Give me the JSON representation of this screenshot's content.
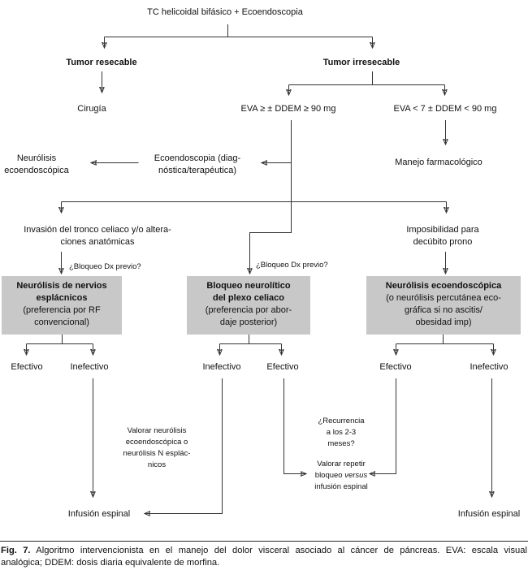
{
  "colors": {
    "box_fill": "#c8c8c8",
    "line": "#333333",
    "text": "#111111"
  },
  "nodes": {
    "root": {
      "text": "TC helicoidal bifásico + Ecoendoscopia"
    },
    "tumor_resecable": {
      "text": "Tumor resecable"
    },
    "tumor_irresecable": {
      "text": "Tumor irresecable"
    },
    "cirugia": {
      "text": "Cirugía"
    },
    "eva_alta": {
      "text": "EVA ≥ ± DDEM ≥ 90 mg"
    },
    "eva_baja": {
      "text": "EVA < 7 ± DDEM < 90 mg"
    },
    "neurolisis_eco": {
      "lines": [
        "Neurólisis",
        "ecoendoscópica"
      ]
    },
    "ecoendoscopia": {
      "lines": [
        "Ecoendoscopia (diag-",
        "nóstica/terapéutica)"
      ]
    },
    "manejo_farmacologico": {
      "text": "Manejo farmacológico"
    },
    "invasion": {
      "lines": [
        "Invasión del tronco celiaco y/o altera-",
        "ciones anatómicas"
      ]
    },
    "imposibilidad": {
      "lines": [
        "Imposibilidad para",
        "decúbito prono"
      ]
    },
    "bloqueo_dx_izq": {
      "text": "¿Bloqueo Dx previo?"
    },
    "bloqueo_dx_med": {
      "text": "¿Bloqueo Dx previo?"
    },
    "caja_esplacnicos": {
      "title_lines": [
        "Neurólisis de nervios",
        "esplácnicos"
      ],
      "sub_lines": [
        "(preferencia por RF",
        "convencional)"
      ]
    },
    "caja_plexo": {
      "title_lines": [
        "Bloqueo neurolítico",
        "del plexo celiaco"
      ],
      "sub_lines": [
        "(preferencia por abor-",
        "daje posterior)"
      ]
    },
    "caja_ecoendoscopica": {
      "title_lines": [
        "Neurólisis ecoendoscópica"
      ],
      "sub_lines": [
        "(o neurólisis percutánea eco-",
        "gráfica si no ascitis/",
        "obesidad imp)"
      ]
    },
    "efectivo_1": {
      "text": "Efectivo"
    },
    "inefectivo_1": {
      "text": "Inefectivo"
    },
    "inefectivo_2": {
      "text": "Inefectivo"
    },
    "efectivo_2": {
      "text": "Efectivo"
    },
    "efectivo_3": {
      "text": "Efectivo"
    },
    "inefectivo_3": {
      "text": "Inefectivo"
    },
    "valorar_neurolisis": {
      "lines": [
        "Valorar neurólisis",
        "ecoendoscópica o",
        "neurólisis N esplác-",
        "nicos"
      ]
    },
    "recurrencia": {
      "lines": [
        "¿Recurrencia",
        "a los 2-3",
        "meses?"
      ]
    },
    "valorar_repetir": {
      "line1": "Valorar repetir",
      "line2_normal": "bloqueo ",
      "line2_italic": "versus",
      "line3": "infusión espinal"
    },
    "infusion_izq": {
      "text": "Infusión espinal"
    },
    "infusion_der": {
      "text": "Infusión espinal"
    }
  },
  "caption": {
    "prefix": "Fig. 7.",
    "line1": "Algoritmo intervencionista en el manejo del dolor visceral asociado al cáncer de páncreas. EVA: escala visual",
    "line2": "analógica; DDEM: dosis diaria equivalente de morfina."
  }
}
